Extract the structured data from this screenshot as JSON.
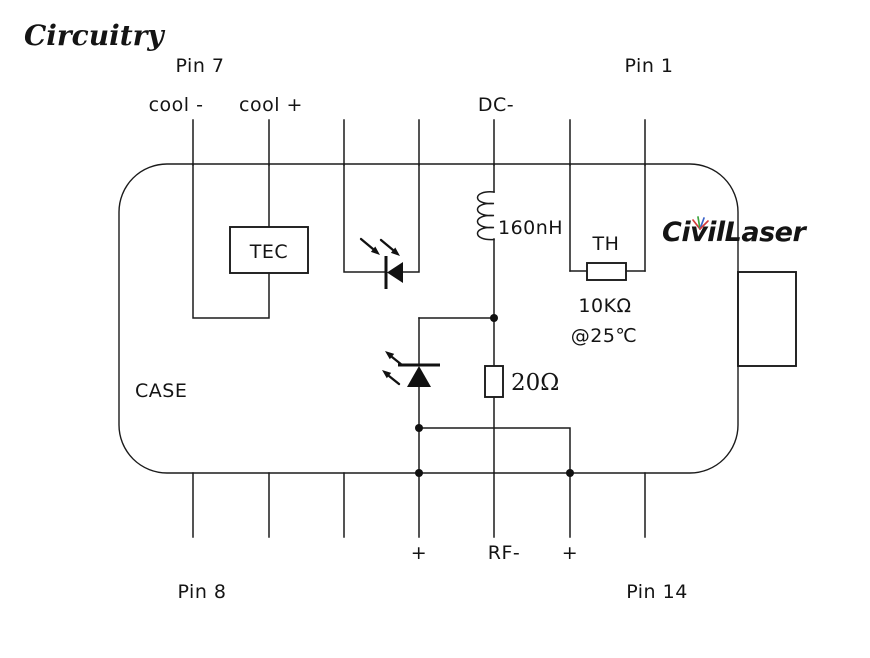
{
  "title": "Circuitry",
  "logo": {
    "text": "CivilLaser",
    "color": "#7292c7",
    "ray_colors": [
      "#d43c3c",
      "#3fa53f",
      "#3a62c9",
      "#d43c3c"
    ]
  },
  "pins": {
    "top_left_label": "Pin 7",
    "top_right_label": "Pin 1",
    "bottom_left_label": "Pin 8",
    "bottom_right_label": "Pin 14",
    "cool_minus": "cool -",
    "cool_plus": "cool +",
    "dc_minus": "DC-",
    "rf_minus": "RF-",
    "anode_plus_left": "+",
    "anode_plus_right": "+"
  },
  "components": {
    "case_label": "CASE",
    "tec_label": "TEC",
    "inductor_value": "160nH",
    "thermistor_label": "TH",
    "thermistor_value": "10KΩ",
    "thermistor_condition": "@25℃",
    "resistor_value": "20Ω"
  }
}
